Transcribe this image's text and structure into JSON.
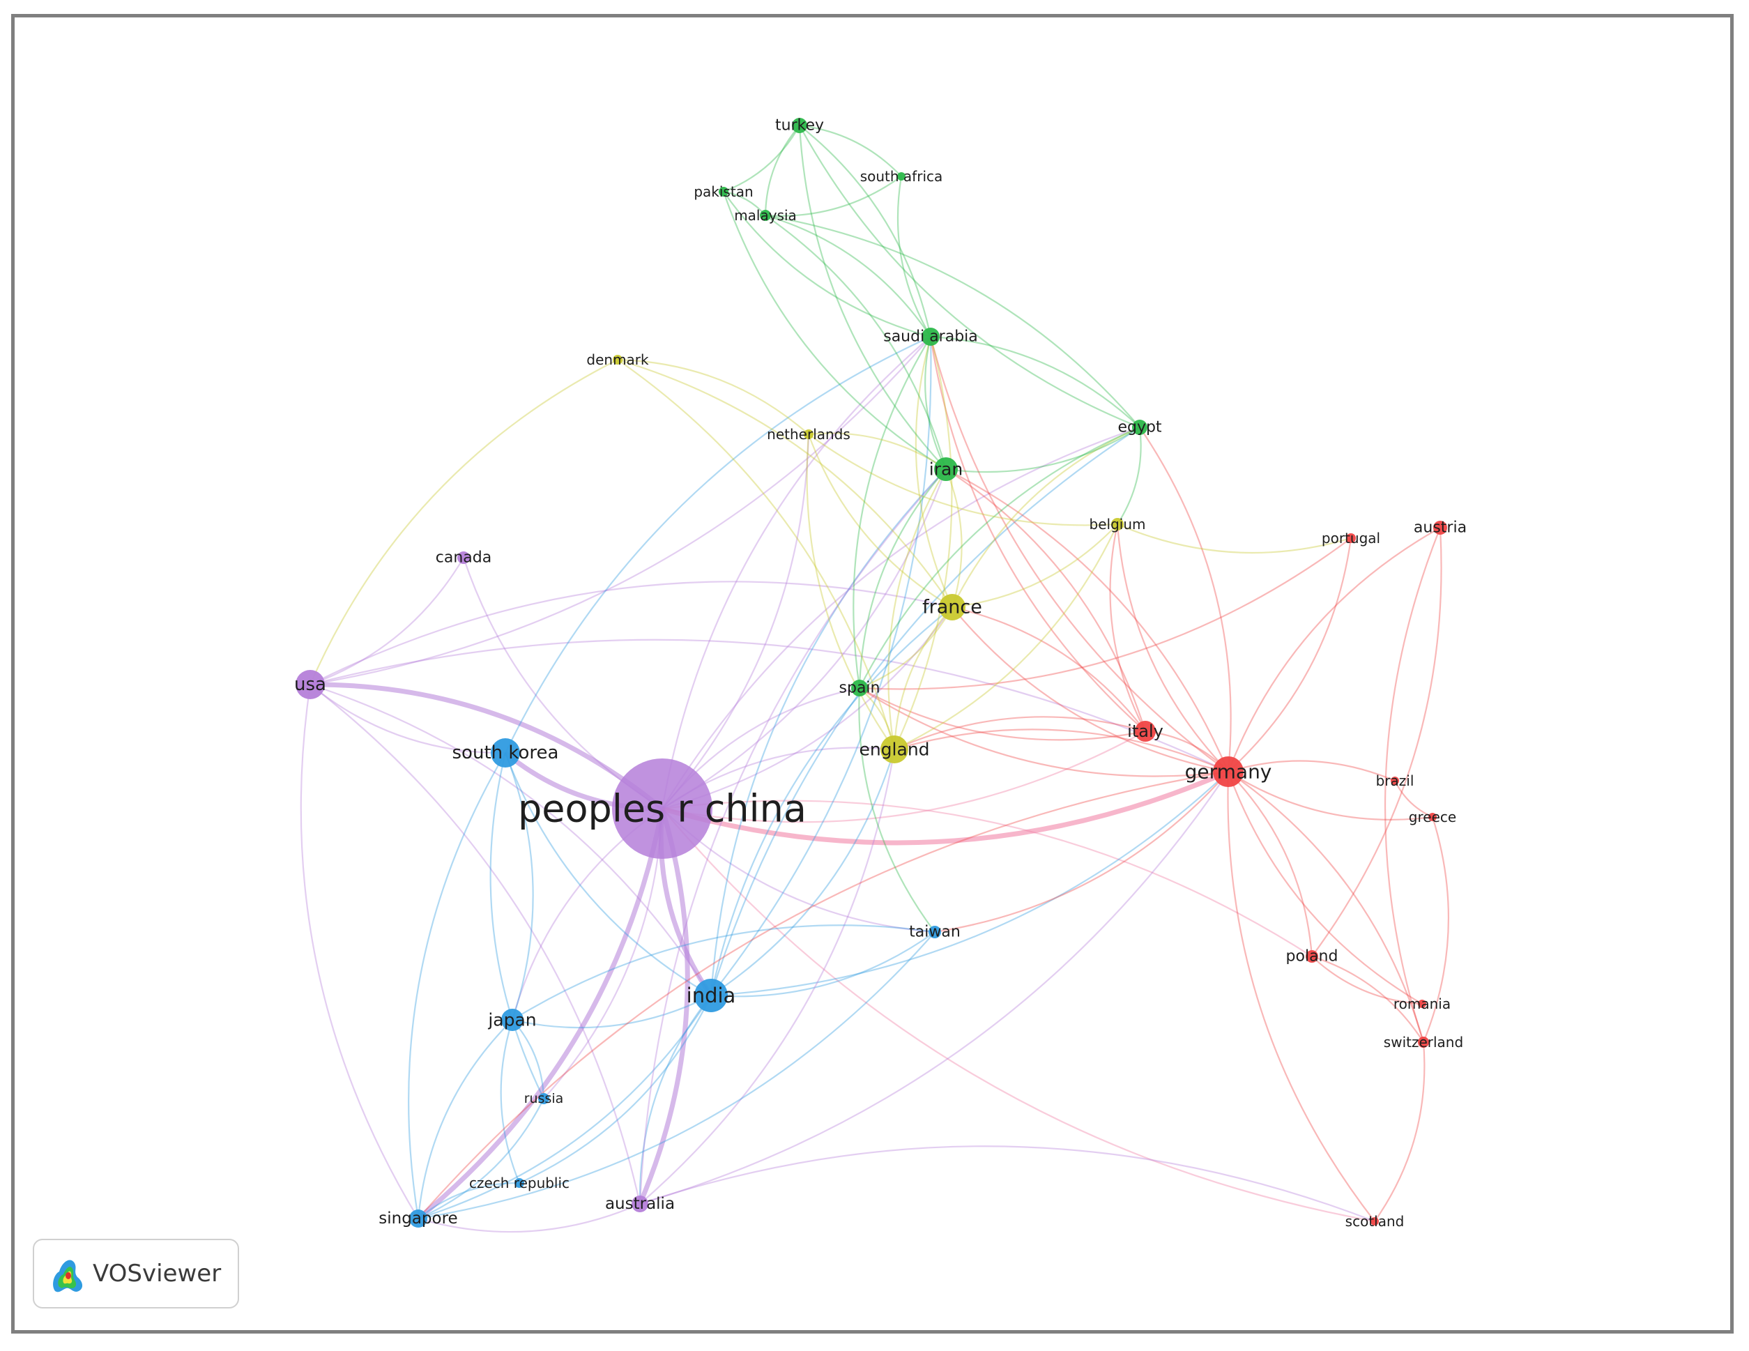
{
  "app": {
    "brand": "VOSviewer"
  },
  "colors": {
    "red": "#f04545",
    "green": "#2cb84a",
    "blue": "#2f9be0",
    "yellow": "#c9c92e",
    "purple": "#b57fd9",
    "pink": "#f07aa0"
  },
  "network": {
    "nodes": [
      {
        "id": "china",
        "label": "peoples r china",
        "cluster": "purple"
      },
      {
        "id": "usa",
        "label": "usa",
        "cluster": "purple"
      },
      {
        "id": "canada",
        "label": "canada",
        "cluster": "purple"
      },
      {
        "id": "australia",
        "label": "australia",
        "cluster": "purple"
      },
      {
        "id": "southkorea",
        "label": "south korea",
        "cluster": "blue"
      },
      {
        "id": "india",
        "label": "india",
        "cluster": "blue"
      },
      {
        "id": "japan",
        "label": "japan",
        "cluster": "blue"
      },
      {
        "id": "russia",
        "label": "russia",
        "cluster": "blue"
      },
      {
        "id": "czech",
        "label": "czech republic",
        "cluster": "blue"
      },
      {
        "id": "singapore",
        "label": "singapore",
        "cluster": "blue"
      },
      {
        "id": "taiwan",
        "label": "taiwan",
        "cluster": "blue"
      },
      {
        "id": "turkey",
        "label": "turkey",
        "cluster": "green"
      },
      {
        "id": "pakistan",
        "label": "pakistan",
        "cluster": "green"
      },
      {
        "id": "malaysia",
        "label": "malaysia",
        "cluster": "green"
      },
      {
        "id": "southafrica",
        "label": "south africa",
        "cluster": "green"
      },
      {
        "id": "saudi",
        "label": "saudi arabia",
        "cluster": "green"
      },
      {
        "id": "egypt",
        "label": "egypt",
        "cluster": "green"
      },
      {
        "id": "iran",
        "label": "iran",
        "cluster": "green"
      },
      {
        "id": "spain",
        "label": "spain",
        "cluster": "green"
      },
      {
        "id": "denmark",
        "label": "denmark",
        "cluster": "yellow"
      },
      {
        "id": "netherlands",
        "label": "netherlands",
        "cluster": "yellow"
      },
      {
        "id": "belgium",
        "label": "belgium",
        "cluster": "yellow"
      },
      {
        "id": "france",
        "label": "france",
        "cluster": "yellow"
      },
      {
        "id": "england",
        "label": "england",
        "cluster": "yellow"
      },
      {
        "id": "germany",
        "label": "germany",
        "cluster": "red"
      },
      {
        "id": "italy",
        "label": "italy",
        "cluster": "red"
      },
      {
        "id": "austria",
        "label": "austria",
        "cluster": "red"
      },
      {
        "id": "portugal",
        "label": "portugal",
        "cluster": "red"
      },
      {
        "id": "brazil",
        "label": "brazil",
        "cluster": "red"
      },
      {
        "id": "greece",
        "label": "greece",
        "cluster": "red"
      },
      {
        "id": "poland",
        "label": "poland",
        "cluster": "red"
      },
      {
        "id": "romania",
        "label": "romania",
        "cluster": "red"
      },
      {
        "id": "switzerland",
        "label": "switzerland",
        "cluster": "red"
      },
      {
        "id": "scotland",
        "label": "scotland",
        "cluster": "red"
      }
    ],
    "links": [
      [
        "china",
        "usa"
      ],
      [
        "china",
        "southkorea"
      ],
      [
        "china",
        "india"
      ],
      [
        "china",
        "australia"
      ],
      [
        "china",
        "germany"
      ],
      [
        "china",
        "singapore"
      ],
      [
        "china",
        "japan"
      ],
      [
        "china",
        "canada"
      ],
      [
        "china",
        "france"
      ],
      [
        "china",
        "england"
      ],
      [
        "china",
        "italy"
      ],
      [
        "china",
        "saudi"
      ],
      [
        "china",
        "iran"
      ],
      [
        "china",
        "spain"
      ],
      [
        "china",
        "taiwan"
      ],
      [
        "china",
        "egypt"
      ],
      [
        "china",
        "netherlands"
      ],
      [
        "china",
        "russia"
      ],
      [
        "china",
        "scotland"
      ],
      [
        "china",
        "poland"
      ],
      [
        "usa",
        "southkorea"
      ],
      [
        "usa",
        "india"
      ],
      [
        "usa",
        "canada"
      ],
      [
        "usa",
        "germany"
      ],
      [
        "usa",
        "singapore"
      ],
      [
        "usa",
        "france"
      ],
      [
        "usa",
        "saudi"
      ],
      [
        "usa",
        "australia"
      ],
      [
        "southkorea",
        "india"
      ],
      [
        "southkorea",
        "japan"
      ],
      [
        "southkorea",
        "singapore"
      ],
      [
        "southkorea",
        "saudi"
      ],
      [
        "southkorea",
        "russia"
      ],
      [
        "india",
        "japan"
      ],
      [
        "india",
        "australia"
      ],
      [
        "india",
        "singapore"
      ],
      [
        "india",
        "saudi"
      ],
      [
        "india",
        "iran"
      ],
      [
        "india",
        "england"
      ],
      [
        "india",
        "france"
      ],
      [
        "india",
        "germany"
      ],
      [
        "india",
        "egypt"
      ],
      [
        "india",
        "taiwan"
      ],
      [
        "india",
        "czech"
      ],
      [
        "japan",
        "singapore"
      ],
      [
        "japan",
        "russia"
      ],
      [
        "japan",
        "czech"
      ],
      [
        "russia",
        "singapore"
      ],
      [
        "czech",
        "singapore"
      ],
      [
        "australia",
        "singapore"
      ],
      [
        "australia",
        "england"
      ],
      [
        "australia",
        "scotland"
      ],
      [
        "australia",
        "germany"
      ],
      [
        "australia",
        "iran"
      ],
      [
        "germany",
        "italy"
      ],
      [
        "germany",
        "austria"
      ],
      [
        "germany",
        "portugal"
      ],
      [
        "germany",
        "brazil"
      ],
      [
        "germany",
        "greece"
      ],
      [
        "germany",
        "poland"
      ],
      [
        "germany",
        "romania"
      ],
      [
        "germany",
        "switzerland"
      ],
      [
        "germany",
        "scotland"
      ],
      [
        "germany",
        "france"
      ],
      [
        "germany",
        "england"
      ],
      [
        "germany",
        "spain"
      ],
      [
        "germany",
        "iran"
      ],
      [
        "germany",
        "saudi"
      ],
      [
        "germany",
        "egypt"
      ],
      [
        "germany",
        "belgium"
      ],
      [
        "germany",
        "singapore"
      ],
      [
        "germany",
        "taiwan"
      ],
      [
        "italy",
        "france"
      ],
      [
        "italy",
        "spain"
      ],
      [
        "italy",
        "iran"
      ],
      [
        "italy",
        "saudi"
      ],
      [
        "italy",
        "england"
      ],
      [
        "italy",
        "belgium"
      ],
      [
        "poland",
        "romania"
      ],
      [
        "poland",
        "switzerland"
      ],
      [
        "austria",
        "switzerland"
      ],
      [
        "austria",
        "poland"
      ],
      [
        "brazil",
        "greece"
      ],
      [
        "greece",
        "switzerland"
      ],
      [
        "scotland",
        "switzerland"
      ],
      [
        "portugal",
        "spain"
      ],
      [
        "france",
        "england"
      ],
      [
        "france",
        "spain"
      ],
      [
        "france",
        "iran"
      ],
      [
        "france",
        "saudi"
      ],
      [
        "france",
        "belgium"
      ],
      [
        "france",
        "netherlands"
      ],
      [
        "france",
        "denmark"
      ],
      [
        "france",
        "egypt"
      ],
      [
        "england",
        "spain"
      ],
      [
        "england",
        "iran"
      ],
      [
        "england",
        "saudi"
      ],
      [
        "england",
        "netherlands"
      ],
      [
        "england",
        "belgium"
      ],
      [
        "iran",
        "saudi"
      ],
      [
        "iran",
        "egypt"
      ],
      [
        "iran",
        "turkey"
      ],
      [
        "iran",
        "malaysia"
      ],
      [
        "iran",
        "pakistan"
      ],
      [
        "iran",
        "spain"
      ],
      [
        "saudi",
        "egypt"
      ],
      [
        "saudi",
        "turkey"
      ],
      [
        "saudi",
        "pakistan"
      ],
      [
        "saudi",
        "malaysia"
      ],
      [
        "saudi",
        "southafrica"
      ],
      [
        "saudi",
        "spain"
      ],
      [
        "turkey",
        "pakistan"
      ],
      [
        "turkey",
        "malaysia"
      ],
      [
        "turkey",
        "southafrica"
      ],
      [
        "turkey",
        "egypt"
      ],
      [
        "pakistan",
        "malaysia"
      ],
      [
        "malaysia",
        "southafrica"
      ],
      [
        "malaysia",
        "egypt"
      ],
      [
        "egypt",
        "spain"
      ],
      [
        "egypt",
        "belgium"
      ],
      [
        "spain",
        "taiwan"
      ],
      [
        "denmark",
        "netherlands"
      ],
      [
        "denmark",
        "usa"
      ],
      [
        "denmark",
        "england"
      ],
      [
        "netherlands",
        "belgium"
      ],
      [
        "netherlands",
        "iran"
      ],
      [
        "belgium",
        "portugal"
      ],
      [
        "taiwan",
        "singapore"
      ],
      [
        "taiwan",
        "japan"
      ]
    ]
  }
}
